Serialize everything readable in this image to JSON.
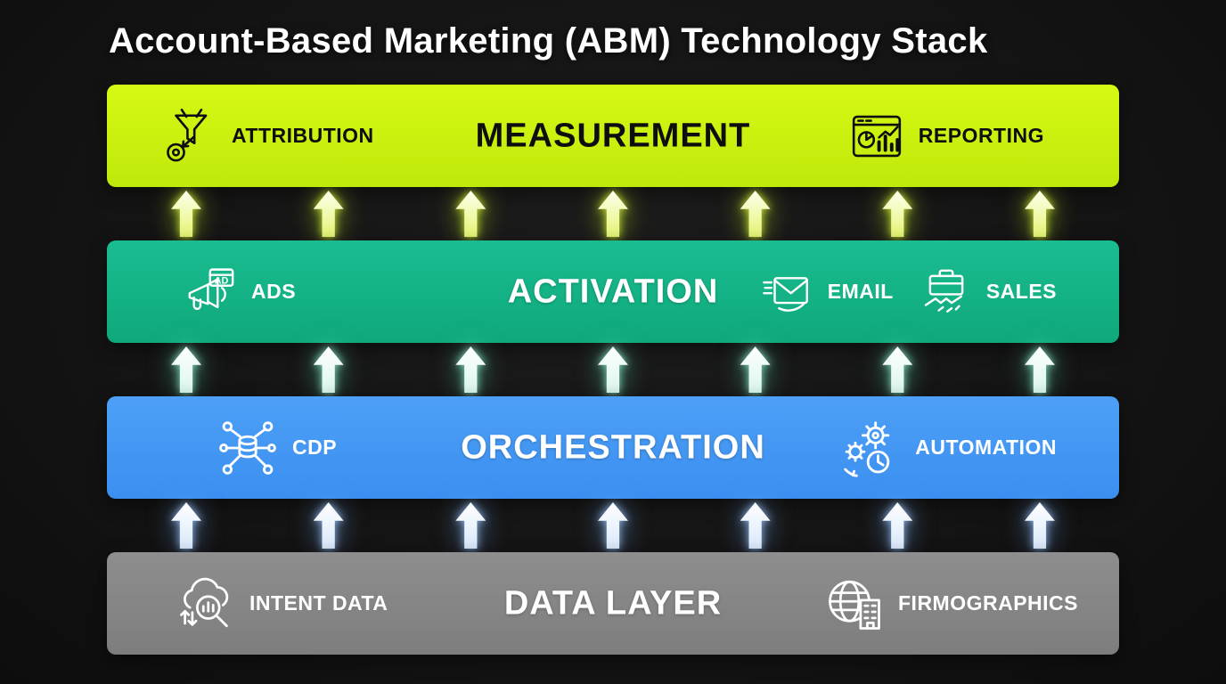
{
  "title": "Account-Based Marketing (ABM) Technology Stack",
  "layers": {
    "measurement": {
      "label": "MEASUREMENT",
      "left_item": {
        "icon": "attribution-icon",
        "label": "ATTRIBUTION"
      },
      "right_item": {
        "icon": "reporting-icon",
        "label": "REPORTING"
      }
    },
    "activation": {
      "label": "ACTIVATION",
      "left_item": {
        "icon": "ads-icon",
        "label": "ADS",
        "icon_text": "AD"
      },
      "right_items": [
        {
          "icon": "email-icon",
          "label": "EMAIL"
        },
        {
          "icon": "sales-icon",
          "label": "SALES"
        }
      ]
    },
    "orchestration": {
      "label": "ORCHESTRATION",
      "left_item": {
        "icon": "cdp-icon",
        "label": "CDP"
      },
      "right_item": {
        "icon": "automation-icon",
        "label": "AUTOMATION"
      }
    },
    "data_layer": {
      "label": "DATA LAYER",
      "left_item": {
        "icon": "intent-data-icon",
        "label": "INTENT DATA"
      },
      "right_item": {
        "icon": "firmographics-icon",
        "label": "FIRMOGRAPHICS"
      }
    }
  },
  "flow": {
    "direction": "bottom-to-top",
    "arrows_per_row": 7
  },
  "colors": {
    "background": "#141414",
    "title_text": "#ffffff",
    "measurement_bg": "#c9f211",
    "measurement_text": "#0e0e0e",
    "activation_bg": "#14b287",
    "orchestration_bg": "#4498f3",
    "data_layer_bg": "#868686",
    "arrow_glow_top": "#d8f53c",
    "arrow_glow_middle": "#8ef0cf",
    "arrow_glow_bottom": "#a8ccff"
  }
}
